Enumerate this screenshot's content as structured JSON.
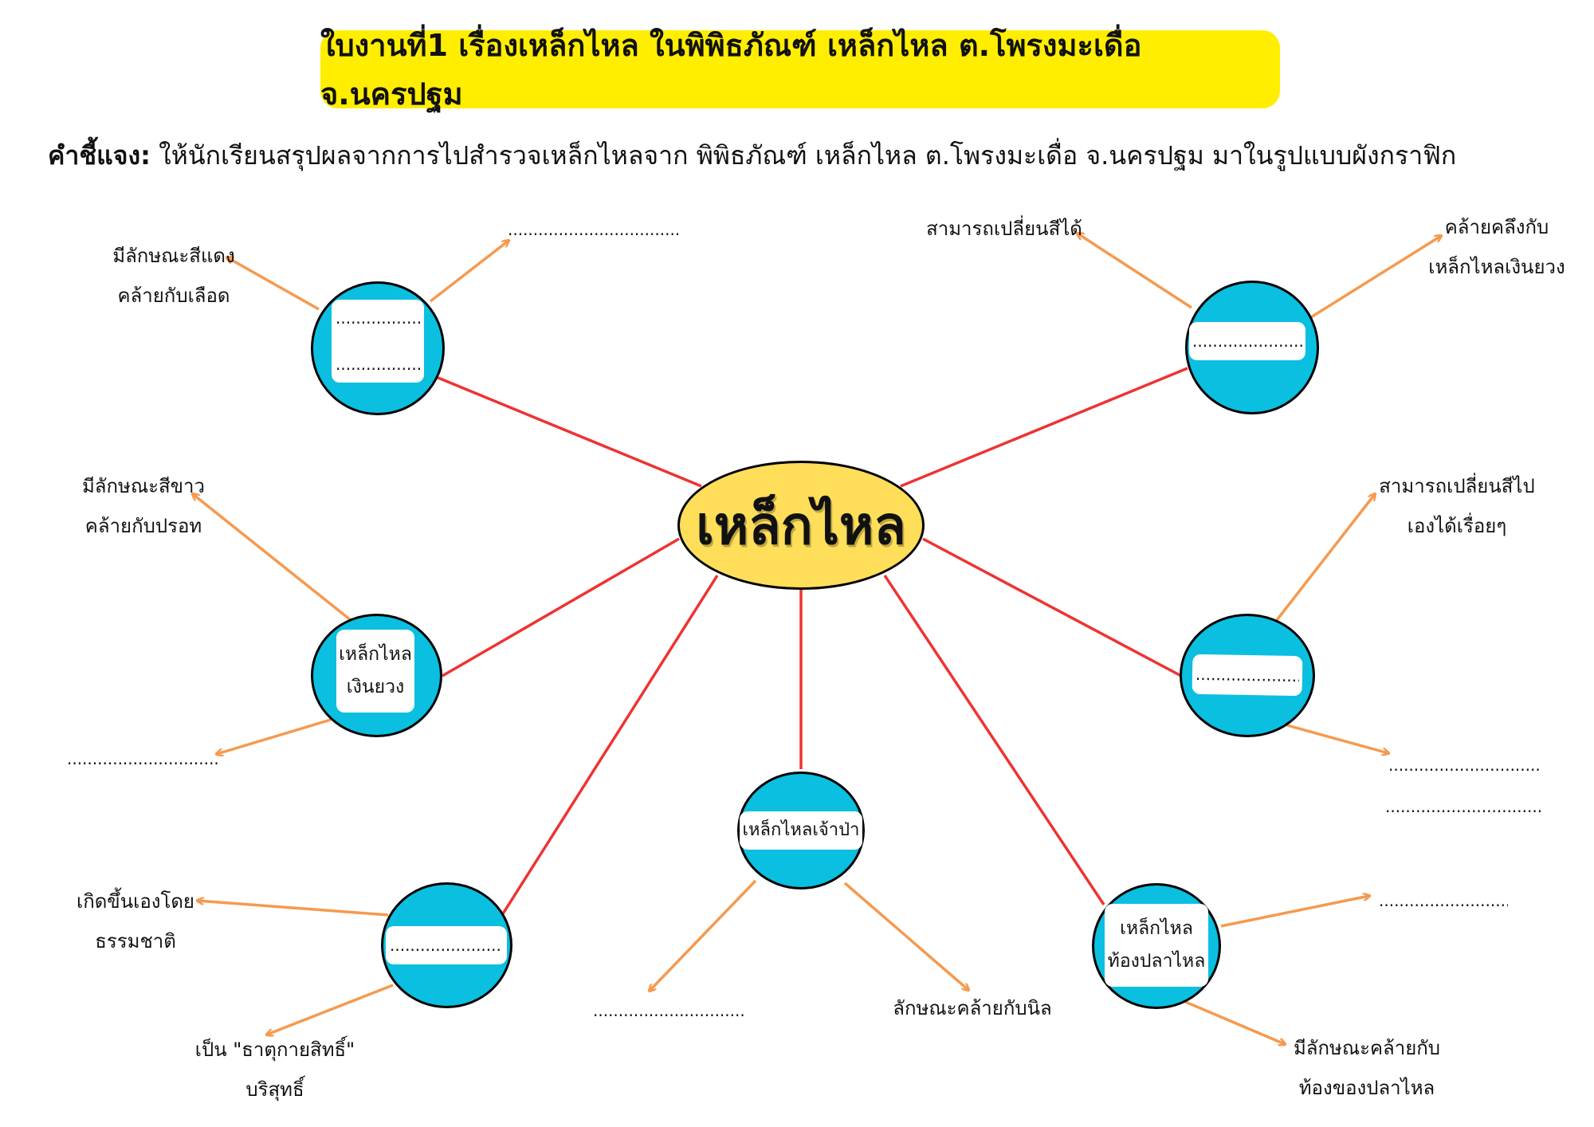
{
  "title": "ใบงานที่1 เรื่องเหล็กไหล ในพิพิธภัณฑ์ เหล็กไหล ต.โพรงมะเดื่อ จ.นครปฐม",
  "instruction": {
    "label": "คำชี้แจง:",
    "text": " ให้นักเรียนสรุปผลจากการไปสำรวจเหล็กไหลจาก พิพิธภัณฑ์ เหล็กไหล ต.โพรงมะเดื่อ จ.นครปฐม มาในรูปแบบผังกราฟิก"
  },
  "center": {
    "label": "เหล็กไหล"
  },
  "blank": "........................................................................................................",
  "nodes": {
    "top_left": {
      "line1": "",
      "line2": ""
    },
    "mid_left": {
      "line1": "เหล็กไหล",
      "line2": "เงินยวง"
    },
    "bottom_center": {
      "line1": "เหล็กไหลเจ้าป่า"
    },
    "bottom_right": {
      "line1": "เหล็กไหล",
      "line2": "ท้องปลาไหล"
    }
  },
  "labels": {
    "tl_left": [
      "มีลักษณะสีแดง",
      "คล้ายกับเลือด"
    ],
    "tr_left": [
      "สามารถเปลี่ยนสีได้"
    ],
    "tr_right": [
      "คล้ายคลึงกับ",
      "เหล็กไหลเงินยวง"
    ],
    "ml_top": [
      "มีลักษณะสีขาว",
      "คล้ายกับปรอท"
    ],
    "mr_top": [
      "สามารถเปลี่ยนสีไป",
      "เองได้เรื่อยๆ"
    ],
    "bl_left": [
      "เกิดขึ้นเองโดย",
      "ธรรมชาติ"
    ],
    "bl_bottom": [
      "เป็น \"ธาตุกายสิทธิ์\"",
      "บริสุทธิ์"
    ],
    "bc_right": [
      "ลักษณะคล้ายกับนิล"
    ],
    "br_bottom": [
      "มีลักษณะคล้ายกับ",
      "ท้องของปลาไหล"
    ]
  },
  "colors": {
    "title_bg": "#ffee00",
    "center_fill": "#ffde59",
    "node_fill": "#0bbfe0",
    "spoke": "#ee3333",
    "arrow": "#f59a4f"
  }
}
